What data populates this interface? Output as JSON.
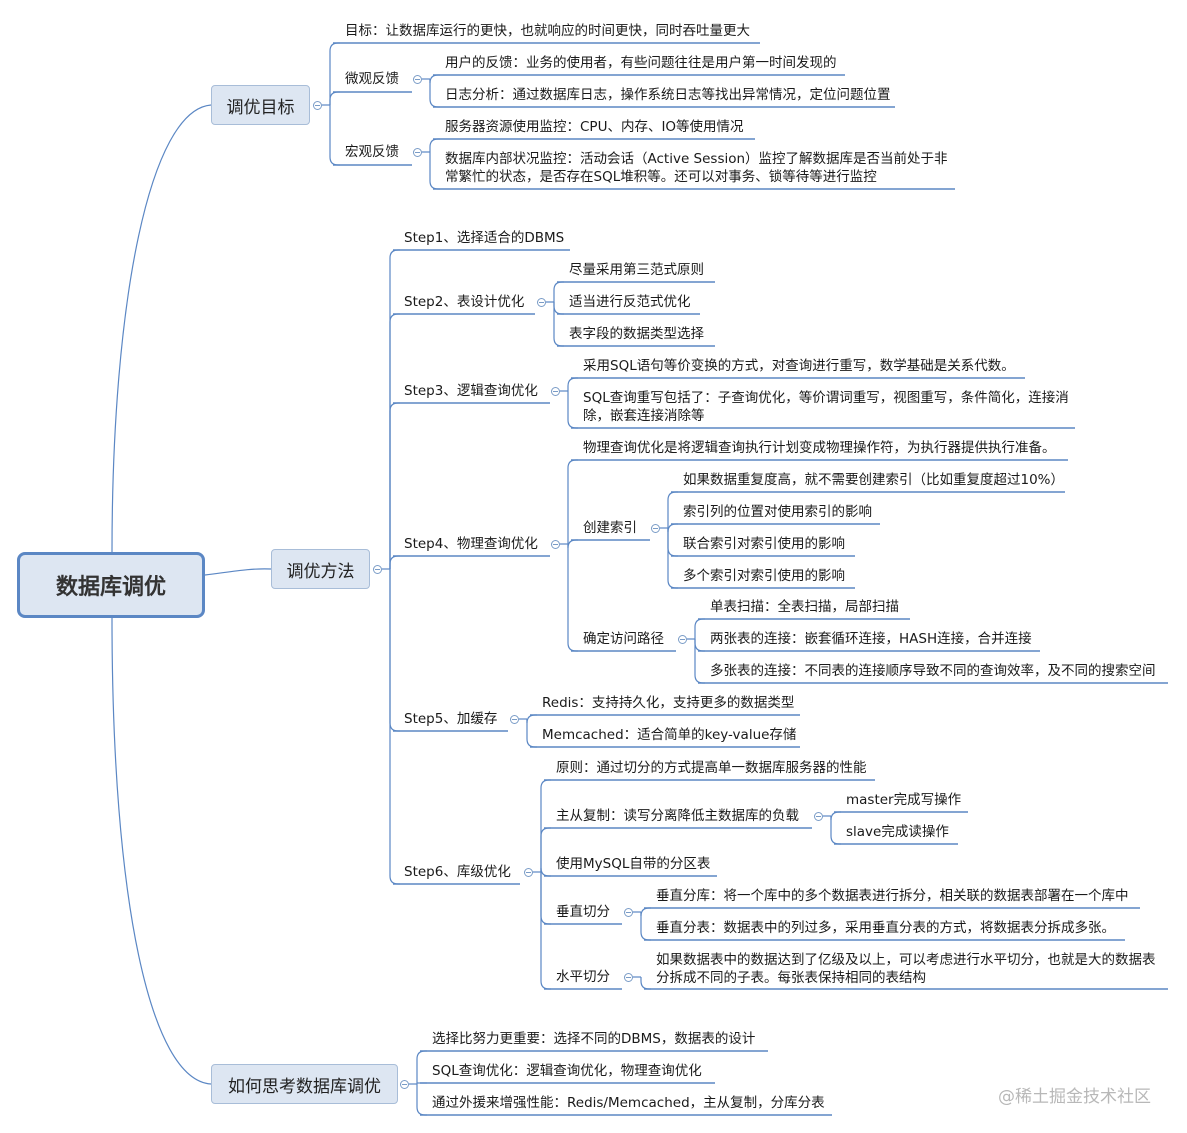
{
  "root": "数据库调优",
  "branches": {
    "goal": {
      "title": "调优目标",
      "target": "目标：让数据库运行的更快，也就响应的时间更快，同时吞吐量更大",
      "micro": {
        "label": "微观反馈",
        "items": [
          "用户的反馈：业务的使用者，有些问题往往是用户第一时间发现的",
          "日志分析：通过数据库日志，操作系统日志等找出异常情况，定位问题位置"
        ]
      },
      "macro": {
        "label": "宏观反馈",
        "items": [
          "服务器资源使用监控：CPU、内存、IO等使用情况",
          "数据库内部状况监控：活动会话（Active Session）监控了解数据库是否当前处于非常繁忙的状态，是否存在SQL堆积等。还可以对事务、锁等待等进行监控"
        ]
      }
    },
    "method": {
      "title": "调优方法",
      "step1": "Step1、选择适合的DBMS",
      "step2": {
        "label": "Step2、表设计优化",
        "items": [
          "尽量采用第三范式原则",
          "适当进行反范式优化",
          "表字段的数据类型选择"
        ]
      },
      "step3": {
        "label": "Step3、逻辑查询优化",
        "items": [
          "采用SQL语句等价变换的方式，对查询进行重写，数学基础是关系代数。",
          "SQL查询重写包括了：子查询优化，等价谓词重写，视图重写，条件简化，连接消除，嵌套连接消除等"
        ]
      },
      "step4": {
        "label": "Step4、物理查询优化",
        "intro": "物理查询优化是将逻辑查询执行计划变成物理操作符，为执行器提供执行准备。",
        "index": {
          "label": "创建索引",
          "items": [
            "如果数据重复度高，就不需要创建索引（比如重复度超过10%）",
            "索引列的位置对使用索引的影响",
            "联合索引对索引使用的影响",
            "多个索引对索引使用的影响"
          ]
        },
        "path": {
          "label": "确定访问路径",
          "items": [
            "单表扫描：全表扫描，局部扫描",
            "两张表的连接：嵌套循环连接，HASH连接，合并连接",
            "多张表的连接：不同表的连接顺序导致不同的查询效率，及不同的搜索空间"
          ]
        }
      },
      "step5": {
        "label": "Step5、加缓存",
        "items": [
          "Redis：支持持久化，支持更多的数据类型",
          "Memcached：适合简单的key-value存储"
        ]
      },
      "step6": {
        "label": "Step6、库级优化",
        "principle": "原则：通过切分的方式提高单一数据库服务器的性能",
        "replication": {
          "label": "主从复制：读写分离降低主数据库的负载",
          "items": [
            "master完成写操作",
            "slave完成读操作"
          ]
        },
        "partition": "使用MySQL自带的分区表",
        "vertical": {
          "label": "垂直切分",
          "items": [
            "垂直分库：将一个库中的多个数据表进行拆分，相关联的数据表部署在一个库中",
            "垂直分表：数据表中的列过多，采用垂直分表的方式，将数据表分拆成多张。"
          ]
        },
        "horizontal": {
          "label": "水平切分",
          "items": [
            "如果数据表中的数据达到了亿级及以上，可以考虑进行水平切分，也就是大的数据表分拆成不同的子表。每张表保持相同的表结构"
          ]
        }
      }
    },
    "think": {
      "title": "如何思考数据库调优",
      "items": [
        "选择比努力更重要：选择不同的DBMS，数据表的设计",
        "SQL查询优化：逻辑查询优化，物理查询优化",
        "通过外援来增强性能：Redis/Memcached，主从复制，分库分表"
      ]
    }
  },
  "watermark": "@稀土掘金技术社区",
  "colors": {
    "line": "#5b87c4",
    "node_fill": "#dde6f2",
    "node_border": "#a8bdd8"
  }
}
